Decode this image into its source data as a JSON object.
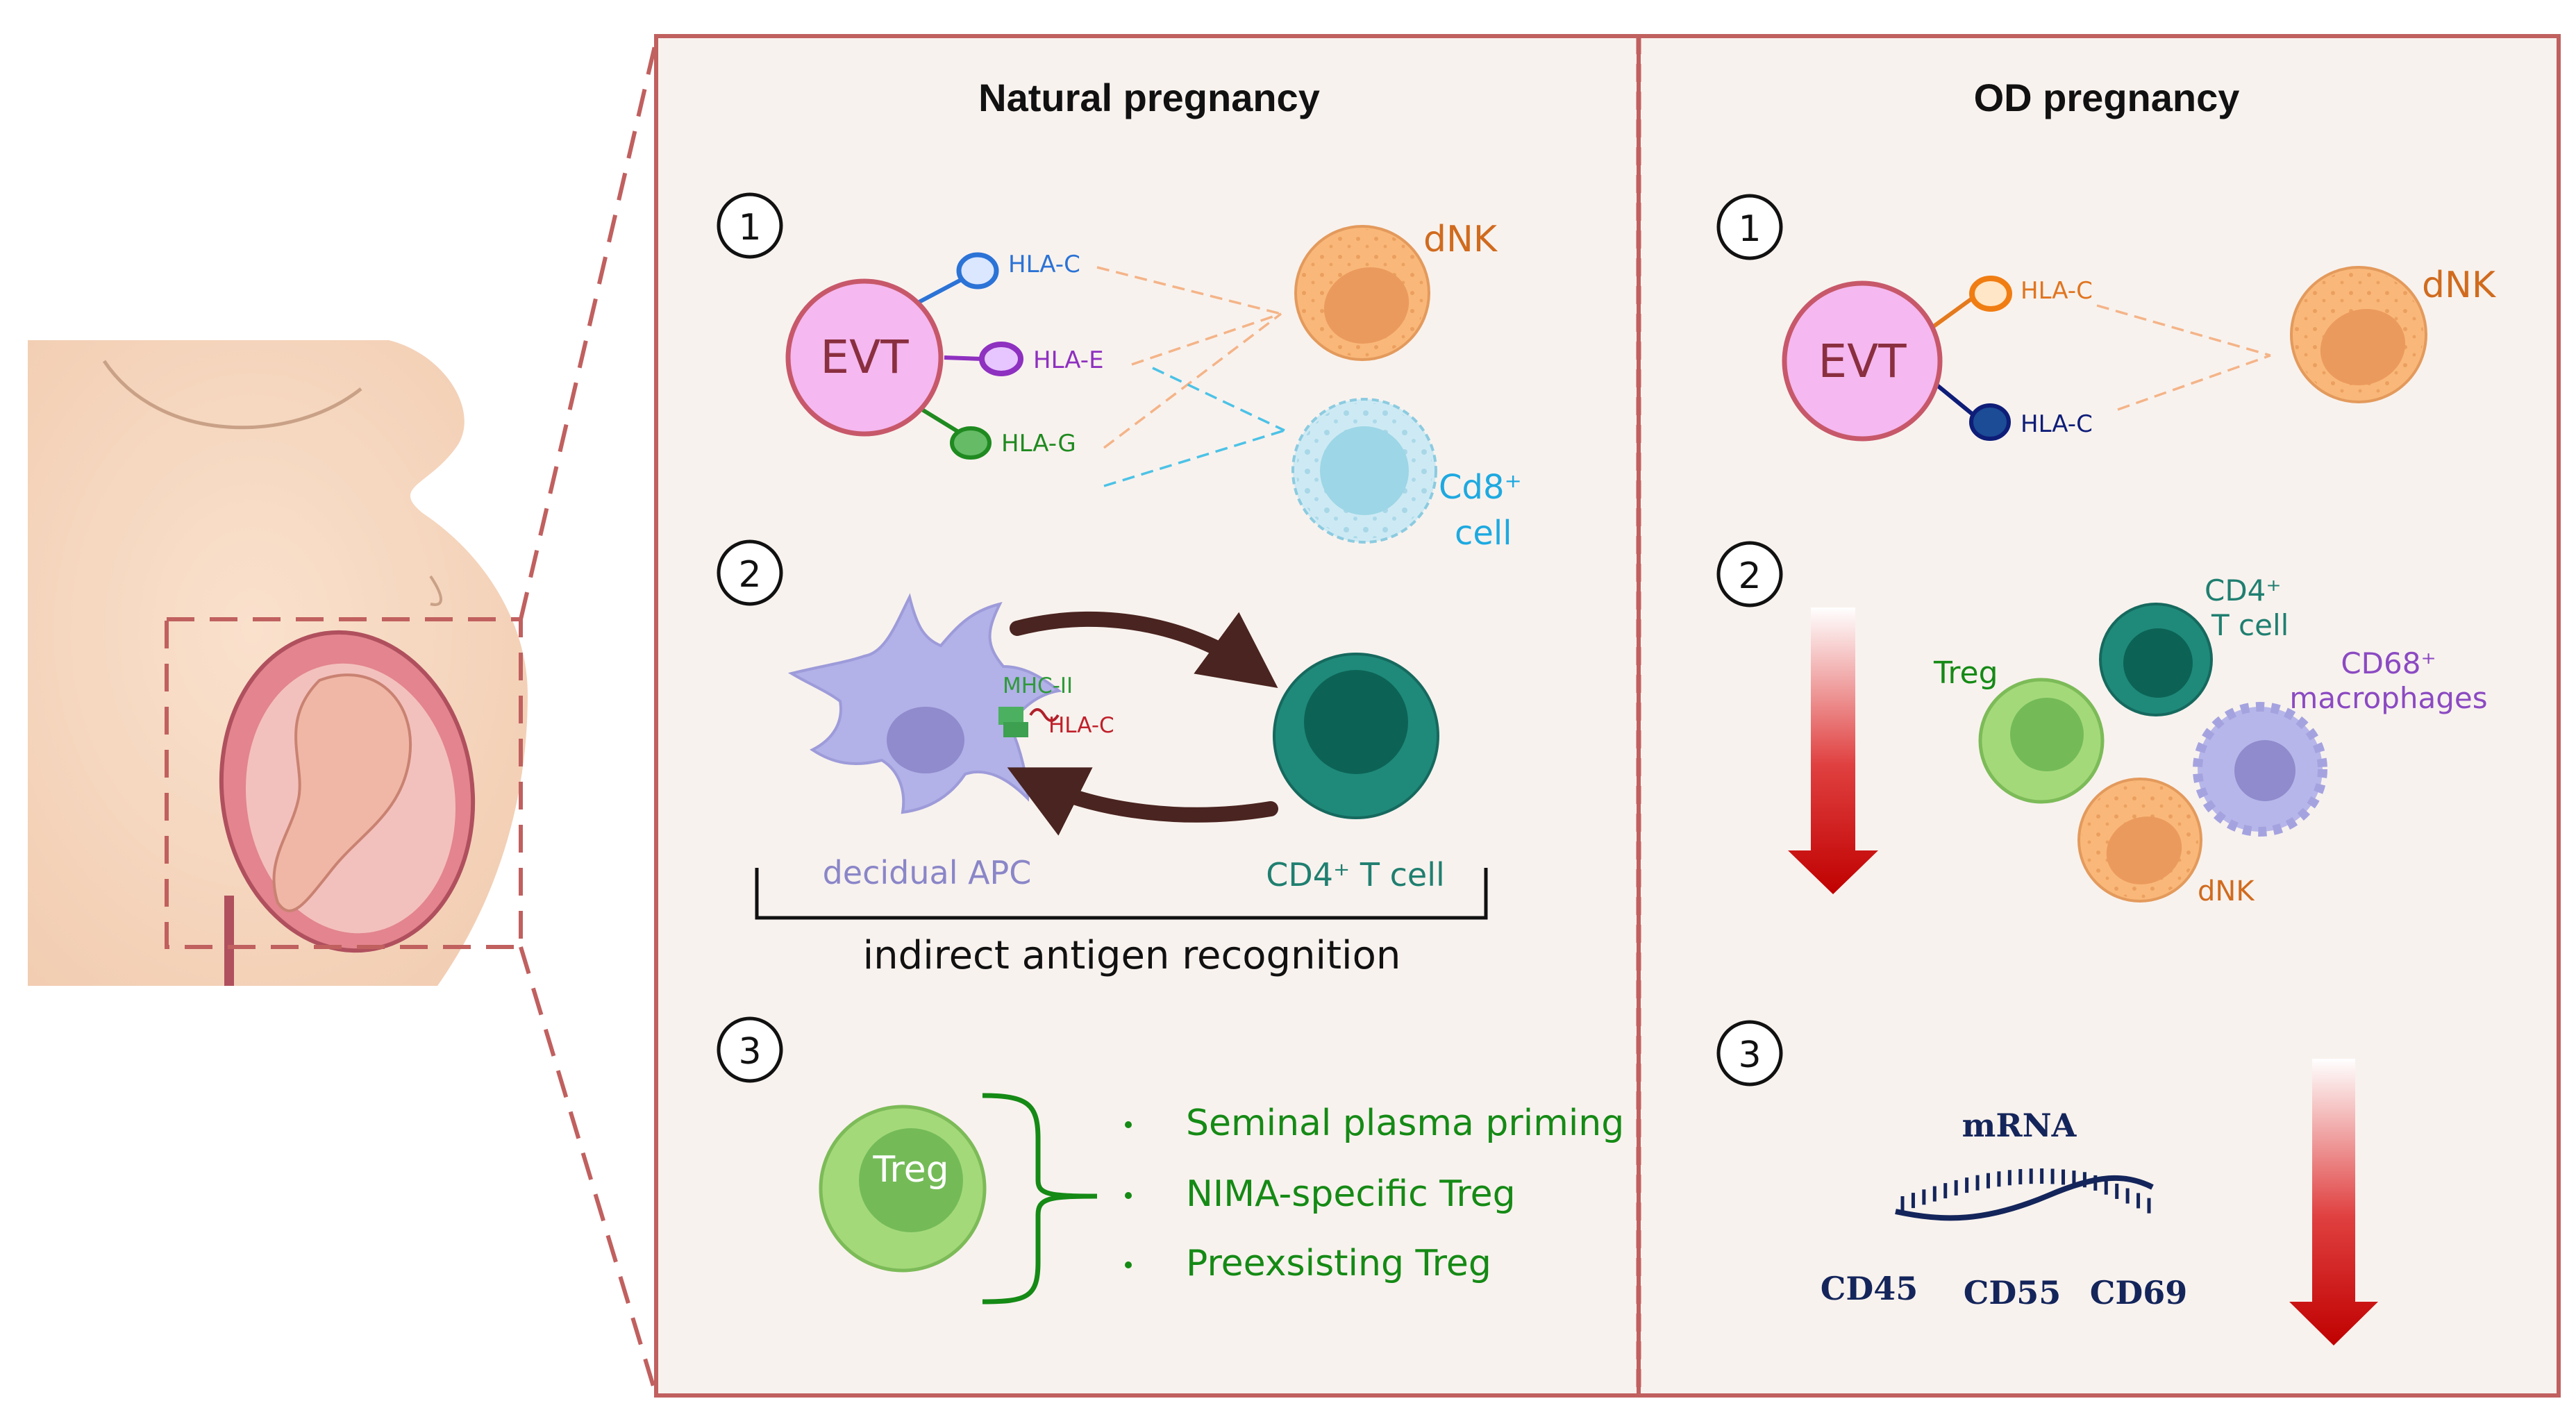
{
  "panels": {
    "natural": {
      "title": "Natural pregnancy",
      "num1": "1",
      "num2": "2",
      "num3": "3",
      "evt": "EVT",
      "hla_c": "HLA-C",
      "hla_e": "HLA-E",
      "hla_g": "HLA-G",
      "dnk": "dNK",
      "cd8_line1": "Cd8⁺",
      "cd8_line2": "cell",
      "mhc2": "MHC-II",
      "hla_c_apc": "HLA-C",
      "apc_label": "decidual APC",
      "cd4_label": "CD4⁺ T cell",
      "indirect": "indirect antigen recognition",
      "treg": "Treg",
      "bullets": [
        "Seminal plasma priming",
        "NIMA-specific Treg",
        "Preexsisting Treg"
      ]
    },
    "od": {
      "title": "OD pregnancy",
      "num1": "1",
      "num2": "2",
      "num3": "3",
      "evt": "EVT",
      "hla_c_top": "HLA-C",
      "hla_c_bottom": "HLA-C",
      "dnk": "dNK",
      "cd4_line1": "CD4⁺",
      "cd4_line2": "T cell",
      "treg": "Treg",
      "cd68_line1": "CD68⁺",
      "cd68_line2": "macrophages",
      "dnk2": "dNK",
      "mrna": "mRNA",
      "cd45": "CD45",
      "cd55": "CD55",
      "cd69": "CD69"
    }
  },
  "colors": {
    "panel_border": "#c0605f",
    "panel_fill": "#f8f2ee",
    "evt_fill": "#f5b8f0",
    "evt_stroke": "#c7586a",
    "dnk_text": "#d06b1e",
    "cd8_text": "#1ea9e0",
    "hla_c": "#2b73d6",
    "hla_e": "#8e30c0",
    "hla_g": "#1f8a20",
    "treg_green": "#158a15",
    "cd4_teal": "#1f7f70",
    "macrophage_purple": "#8b4ac2",
    "navy": "#14255b",
    "arrow_red": "#c00000"
  }
}
